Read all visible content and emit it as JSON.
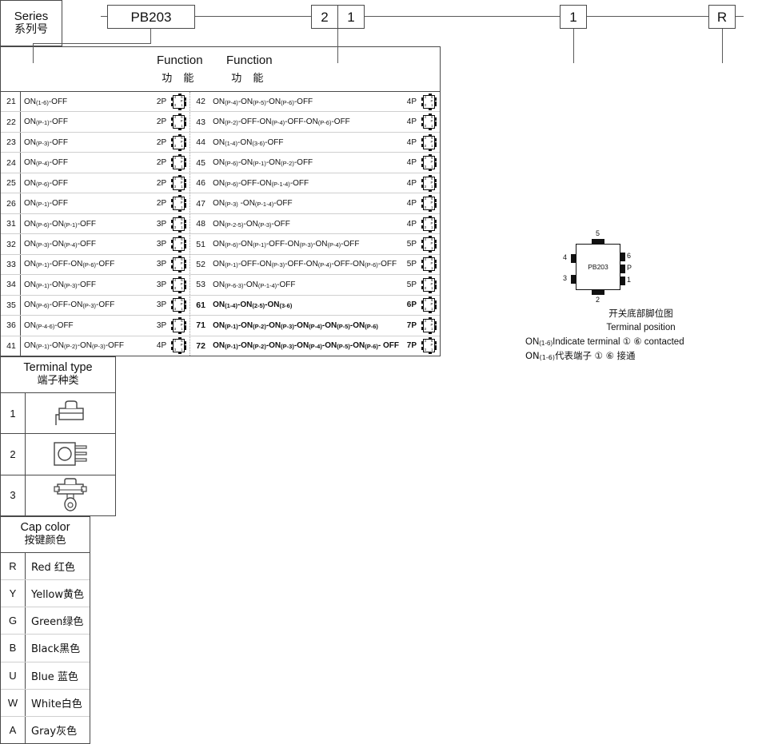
{
  "code_boxes": {
    "series": "PB203",
    "function_digit1": "2",
    "function_digit2": "1",
    "terminal_type": "1",
    "cap_color": "R"
  },
  "series_panel": {
    "en": "Series",
    "zh": "系列号"
  },
  "function_panel": {
    "header_en_1": "Function",
    "header_zh_1": "功 能",
    "header_en_2": "Function",
    "header_zh_2": "功 能",
    "left_rows": [
      {
        "no": "21",
        "desc": "ON(1-6)-OFF",
        "poles": "2P",
        "bold": false
      },
      {
        "no": "22",
        "desc": "ON(P-1)-OFF",
        "poles": "2P",
        "bold": false
      },
      {
        "no": "23",
        "desc": "ON(P-3)-OFF",
        "poles": "2P",
        "bold": false
      },
      {
        "no": "24",
        "desc": "ON(P-4)-OFF",
        "poles": "2P",
        "bold": false
      },
      {
        "no": "25",
        "desc": "ON(P-6)-OFF",
        "poles": "2P",
        "bold": false
      },
      {
        "no": "26",
        "desc": "ON(P-1)-OFF",
        "poles": "2P",
        "bold": false
      },
      {
        "no": "31",
        "desc": "ON(P-6)-ON(P-1)-OFF",
        "poles": "3P",
        "bold": false
      },
      {
        "no": "32",
        "desc": "ON(P-3)-ON(P-4)-OFF",
        "poles": "3P",
        "bold": false
      },
      {
        "no": "33",
        "desc": "ON(P-1)-OFF-ON(P-6)-OFF",
        "poles": "3P",
        "bold": false
      },
      {
        "no": "34",
        "desc": "ON(P-1)-ON(P-3)-OFF",
        "poles": "3P",
        "bold": false
      },
      {
        "no": "35",
        "desc": "ON(P-6)-OFF-ON(P-3)-OFF",
        "poles": "3P",
        "bold": false
      },
      {
        "no": "36",
        "desc": "ON(P-4-6)-OFF",
        "poles": "3P",
        "bold": false
      },
      {
        "no": "41",
        "desc": "ON(P-1)-ON(P-2)-ON(P-3)-OFF",
        "poles": "4P",
        "bold": false
      }
    ],
    "right_rows": [
      {
        "no": "42",
        "desc": "ON(P-4)-ON(P-5)-ON(P-6)-OFF",
        "poles": "4P",
        "bold": false
      },
      {
        "no": "43",
        "desc": "ON(P-2)-OFF-ON(P-4)-OFF-ON(P-6)-OFF",
        "poles": "4P",
        "bold": false
      },
      {
        "no": "44",
        "desc": "ON(1-4)-ON(3-6)-OFF",
        "poles": "4P",
        "bold": false
      },
      {
        "no": "45",
        "desc": "ON(P-6)-ON(P-1)-ON(P-2)-OFF",
        "poles": "4P",
        "bold": false
      },
      {
        "no": "46",
        "desc": "ON(P-6)-OFF-ON(P-1-4)-OFF",
        "poles": "4P",
        "bold": false
      },
      {
        "no": "47",
        "desc": "ON(P-3) -ON(P-1-4)-OFF",
        "poles": "4P",
        "bold": false
      },
      {
        "no": "48",
        "desc": "ON(P-2-5)-ON(P-3)-OFF",
        "poles": "4P",
        "bold": false
      },
      {
        "no": "51",
        "desc": "ON(P-6)-ON(P-1)-OFF-ON(P-3)-ON(P-4)-OFF",
        "poles": "5P",
        "bold": false
      },
      {
        "no": "52",
        "desc": "ON(P-1)-OFF-ON(P-3)-OFF-ON(P-4)-OFF-ON(P-6)-OFF",
        "poles": "5P",
        "bold": false
      },
      {
        "no": "53",
        "desc": "ON(P-6-3)-ON(P-1-4)-OFF",
        "poles": "5P",
        "bold": false
      },
      {
        "no": "61",
        "desc": "ON(1-4)-ON(2-5)-ON(3-6)",
        "poles": "6P",
        "bold": true
      },
      {
        "no": "71",
        "desc": "ON(P-1)-ON(P-2)-ON(P-3)-ON(P-4)-ON(P-5)-ON(P-6)",
        "poles": "7P",
        "bold": true
      },
      {
        "no": "72",
        "desc": "ON(P-1)-ON(P-2)-ON(P-3)-ON(P-4)-ON(P-5)-ON(P-6)- OFF",
        "poles": "7P",
        "bold": true
      }
    ]
  },
  "terminal_panel": {
    "header_en": "Terminal type",
    "header_zh": "端子种类",
    "rows": [
      {
        "key": "1",
        "icon": "solder-lug-terminal-icon"
      },
      {
        "key": "2",
        "icon": "pcb-pin-terminal-icon"
      },
      {
        "key": "3",
        "icon": "screw-terminal-icon"
      }
    ]
  },
  "cap_color_panel": {
    "header_en": "Cap color",
    "header_zh": "按键颜色",
    "rows": [
      {
        "key": "R",
        "label": "Red 红色"
      },
      {
        "key": "Y",
        "label": "Yellow黄色"
      },
      {
        "key": "G",
        "label": "Green绿色"
      },
      {
        "key": "B",
        "label": "Black黑色"
      },
      {
        "key": "U",
        "label": "Blue 蓝色"
      },
      {
        "key": "W",
        "label": "White白色"
      },
      {
        "key": "A",
        "label": "Gray灰色"
      }
    ]
  },
  "terminal_position": {
    "part_label": "PB203",
    "pin_top": "5",
    "pin_bottom": "2",
    "pin_left_top": "4",
    "pin_left_bottom": "3",
    "pin_right_top": "6",
    "pin_right_mid": "P",
    "pin_right_bottom": "1"
  },
  "legend": {
    "zh_title": "开关底部脚位图",
    "en_title": "Terminal position",
    "note_en_prefix": "ON",
    "note_en_sub": "(1-6)",
    "note_en_text": "Indicate terminal ① ⑥  contacted",
    "note_zh_prefix": "ON",
    "note_zh_sub": "(1-6)",
    "note_zh_text": "代表端子  ① ⑥  接通"
  }
}
